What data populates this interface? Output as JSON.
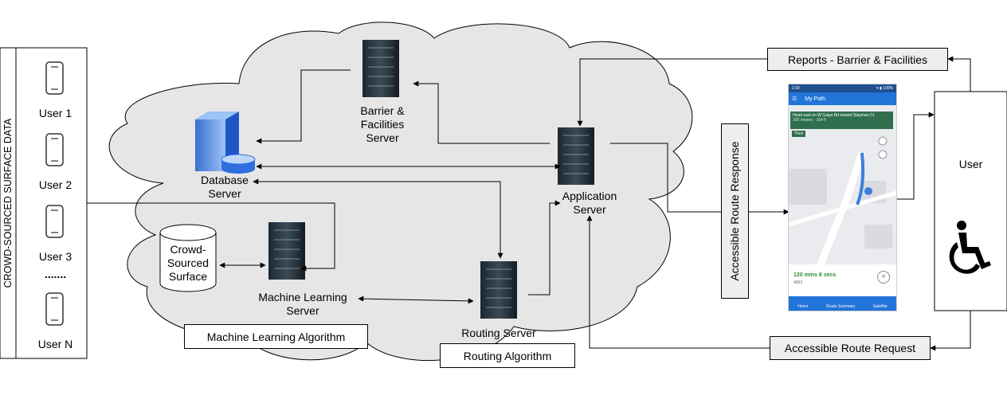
{
  "users_panel": {
    "side_label": "CROWD-SOURCED SURFACE DATA",
    "users": [
      "User 1",
      "User 2",
      "User 3",
      "User N"
    ],
    "ellipsis": "......."
  },
  "servers": {
    "barrier": [
      "Barrier &",
      "Facilities",
      "Server"
    ],
    "database": [
      "Database",
      "Server"
    ],
    "application": [
      "Application",
      "Server"
    ],
    "machine_learning": [
      "Machine Learning",
      "Server"
    ],
    "routing": "Routing Server"
  },
  "datastore": [
    "Crowd-",
    "Sourced",
    "Surface"
  ],
  "algorithms": {
    "ml": "Machine Learning Algorithm",
    "routing": "Routing Algorithm"
  },
  "flows": {
    "reports": "Reports - Barrier & Facilities",
    "route_response": "Accessible Route Response",
    "route_request": "Accessible Route Request"
  },
  "user_panel": {
    "label": "User",
    "wheelchair_icon": "wheelchair-icon"
  },
  "phone": {
    "status_time": "2:30",
    "status_right": "▾ ▮ 100%",
    "app_title": "My Path",
    "banner_text": "Head east on W Gaiya Rd toward Stayman Ct",
    "banner_sub": "300 meters · 164 ft",
    "then_label": "Then",
    "eta": "120 mins 8 secs",
    "distance": "4833",
    "nav_items": [
      "Home",
      "Route Summary",
      "Satellite"
    ]
  }
}
